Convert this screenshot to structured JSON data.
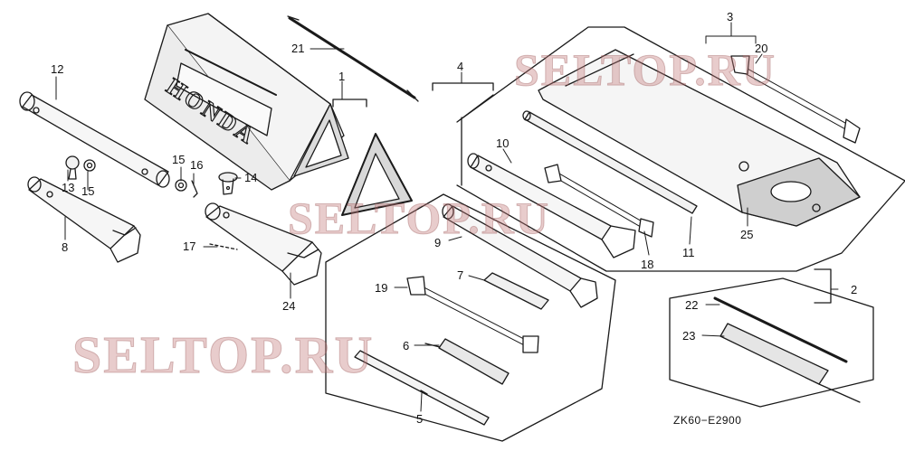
{
  "diagram": {
    "code": "ZK60−E2900",
    "brand_text": "HONDA",
    "watermark": "SELTOP.RU",
    "callouts": [
      {
        "id": "c-12",
        "label": "12"
      },
      {
        "id": "c-13",
        "label": "13"
      },
      {
        "id": "c-15a",
        "label": "15"
      },
      {
        "id": "c-15b",
        "label": "15"
      },
      {
        "id": "c-16",
        "label": "16"
      },
      {
        "id": "c-14",
        "label": "14"
      },
      {
        "id": "c-8",
        "label": "8"
      },
      {
        "id": "c-17",
        "label": "17"
      },
      {
        "id": "c-24",
        "label": "24"
      },
      {
        "id": "c-21",
        "label": "21"
      },
      {
        "id": "c-1",
        "label": "1"
      },
      {
        "id": "c-4",
        "label": "4"
      },
      {
        "id": "c-3",
        "label": "3"
      },
      {
        "id": "c-20",
        "label": "20"
      },
      {
        "id": "c-10",
        "label": "10"
      },
      {
        "id": "c-9",
        "label": "9"
      },
      {
        "id": "c-7",
        "label": "7"
      },
      {
        "id": "c-19",
        "label": "19"
      },
      {
        "id": "c-6",
        "label": "6"
      },
      {
        "id": "c-5",
        "label": "5"
      },
      {
        "id": "c-18",
        "label": "18"
      },
      {
        "id": "c-11",
        "label": "11"
      },
      {
        "id": "c-25",
        "label": "25"
      },
      {
        "id": "c-2",
        "label": "2"
      },
      {
        "id": "c-22",
        "label": "22"
      },
      {
        "id": "c-23",
        "label": "23"
      }
    ],
    "colors": {
      "line": "#1a1a1a",
      "watermark": "#c37878",
      "paper": "#ffffff"
    }
  }
}
